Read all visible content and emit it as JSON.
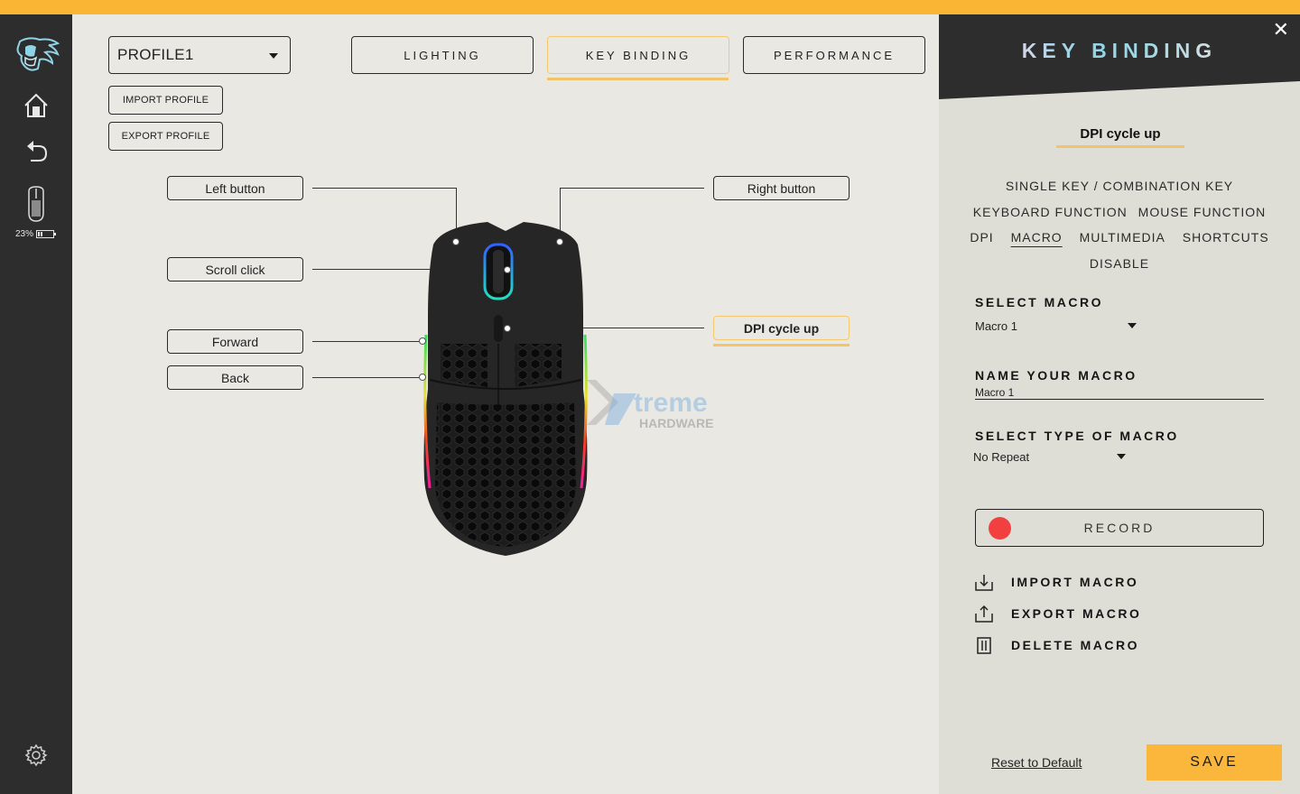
{
  "colors": {
    "accent": "#fbb534",
    "sidebar_bg": "#2d2d2d",
    "main_bg": "#eae8e3",
    "panel_bg": "#dfded6",
    "record_red": "#f24040"
  },
  "sidebar": {
    "items": [
      {
        "icon": "brand-logo-icon"
      },
      {
        "icon": "home-icon"
      },
      {
        "icon": "back-icon"
      },
      {
        "icon": "mouse-device-icon"
      },
      {
        "icon": "settings-gear-icon"
      }
    ],
    "battery_percent": "23%"
  },
  "profile": {
    "selected": "PROFILE1",
    "import_label": "IMPORT PROFILE",
    "export_label": "EXPORT PROFILE"
  },
  "tabs": [
    {
      "label": "LIGHTING",
      "active": false
    },
    {
      "label": "KEY BINDING",
      "active": true
    },
    {
      "label": "PERFORMANCE",
      "active": false
    }
  ],
  "buttons": {
    "left": "Left button",
    "right": "Right button",
    "scroll": "Scroll click",
    "forward": "Forward",
    "back": "Back",
    "dpi": "DPI cycle up"
  },
  "watermark": {
    "line1": "treme",
    "line2": "HARDWARE"
  },
  "panel": {
    "title": "KEY BINDING",
    "close": "✕",
    "binding_name": "DPI cycle up",
    "categories": [
      [
        "SINGLE KEY / COMBINATION KEY"
      ],
      [
        "KEYBOARD FUNCTION",
        "MOUSE FUNCTION"
      ],
      [
        "DPI",
        "MACRO",
        "MULTIMEDIA",
        "SHORTCUTS"
      ],
      [
        "DISABLE"
      ]
    ],
    "active_category": "MACRO",
    "select_macro_label": "SELECT MACRO",
    "select_macro_value": "Macro 1",
    "name_macro_label": "NAME YOUR MACRO",
    "name_macro_value": "Macro 1",
    "type_macro_label": "SELECT TYPE OF MACRO",
    "type_macro_value": "No Repeat",
    "record_label": "RECORD",
    "import_macro": "IMPORT MACRO",
    "export_macro": "EXPORT MACRO",
    "delete_macro": "DELETE MACRO",
    "reset_label": "Reset to Default",
    "save_label": "SAVE"
  }
}
